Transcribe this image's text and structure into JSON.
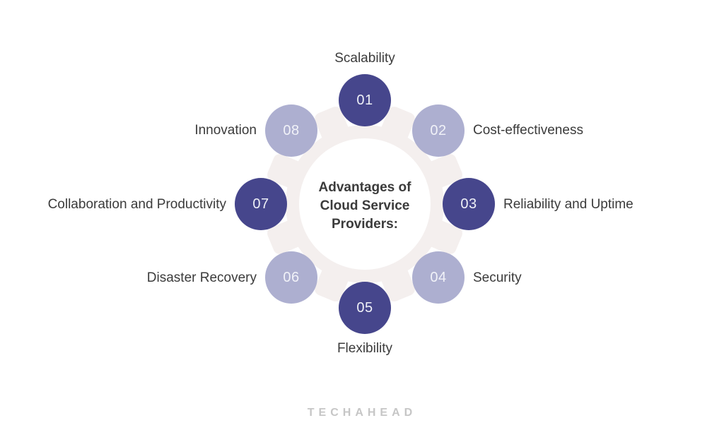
{
  "diagram": {
    "title": {
      "line1": "Advantages of",
      "line2": "Cloud Service",
      "line3": "Providers:"
    },
    "nodes": [
      {
        "number": "01",
        "label": "Scalability",
        "tone": "dark"
      },
      {
        "number": "02",
        "label": "Cost-effectiveness",
        "tone": "light"
      },
      {
        "number": "03",
        "label": "Reliability and Uptime",
        "tone": "dark"
      },
      {
        "number": "04",
        "label": "Security",
        "tone": "light"
      },
      {
        "number": "05",
        "label": "Flexibility",
        "tone": "dark"
      },
      {
        "number": "06",
        "label": "Disaster Recovery",
        "tone": "light"
      },
      {
        "number": "07",
        "label": "Collaboration and Productivity",
        "tone": "dark"
      },
      {
        "number": "08",
        "label": "Innovation",
        "tone": "light"
      }
    ],
    "colors": {
      "dark_circle": "#46468c",
      "light_circle": "#adafd0",
      "gear_shape": "#f4efee",
      "center_circle": "#ffffff",
      "text": "#3b3b3b",
      "number_text": "#eef0f7",
      "logo_text": "#c6c6c6"
    }
  },
  "footer": {
    "logo_text": "TECHAHEAD"
  }
}
